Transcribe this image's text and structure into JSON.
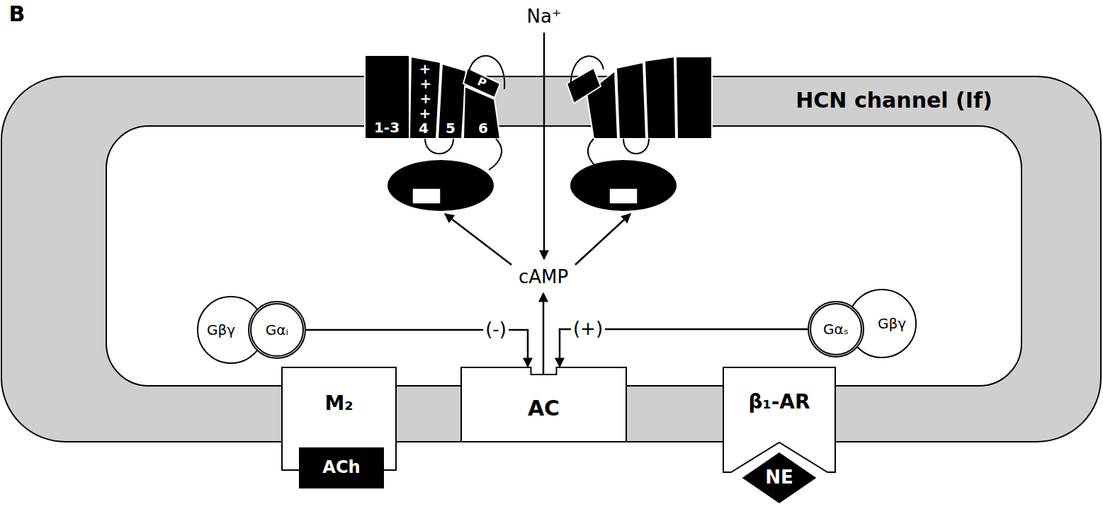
{
  "diagram": {
    "nodes": [
      {
        "text": [
          "Gβγ"
        ]
      },
      {
        "text": [
          "Gαᵢ"
        ]
      },
      {
        "text": [
          "Gαₛ"
        ]
      },
      {
        "text": [
          "Gβγ"
        ]
      },
      {
        "text": [
          "M₂"
        ]
      },
      {
        "text": [
          "ACh"
        ],
        "in": 4
      },
      {
        "text": [
          "AC"
        ]
      },
      {
        "text": [
          "β₁-AR"
        ]
      },
      {
        "text": [
          "NE"
        ],
        "in": 7
      }
    ],
    "edges": [
      {
        "from": 1,
        "to": 6,
        "arrow": "to",
        "label": "(-)"
      },
      {
        "from": 2,
        "to": 6,
        "arrow": "to",
        "label": "(+)"
      }
    ],
    "labels": [
      "B",
      "Na⁺",
      "HCN channel (If)",
      "1-3",
      "+",
      "+",
      "+",
      "+",
      "4",
      "5",
      "6",
      "P",
      "cAMP"
    ]
  }
}
